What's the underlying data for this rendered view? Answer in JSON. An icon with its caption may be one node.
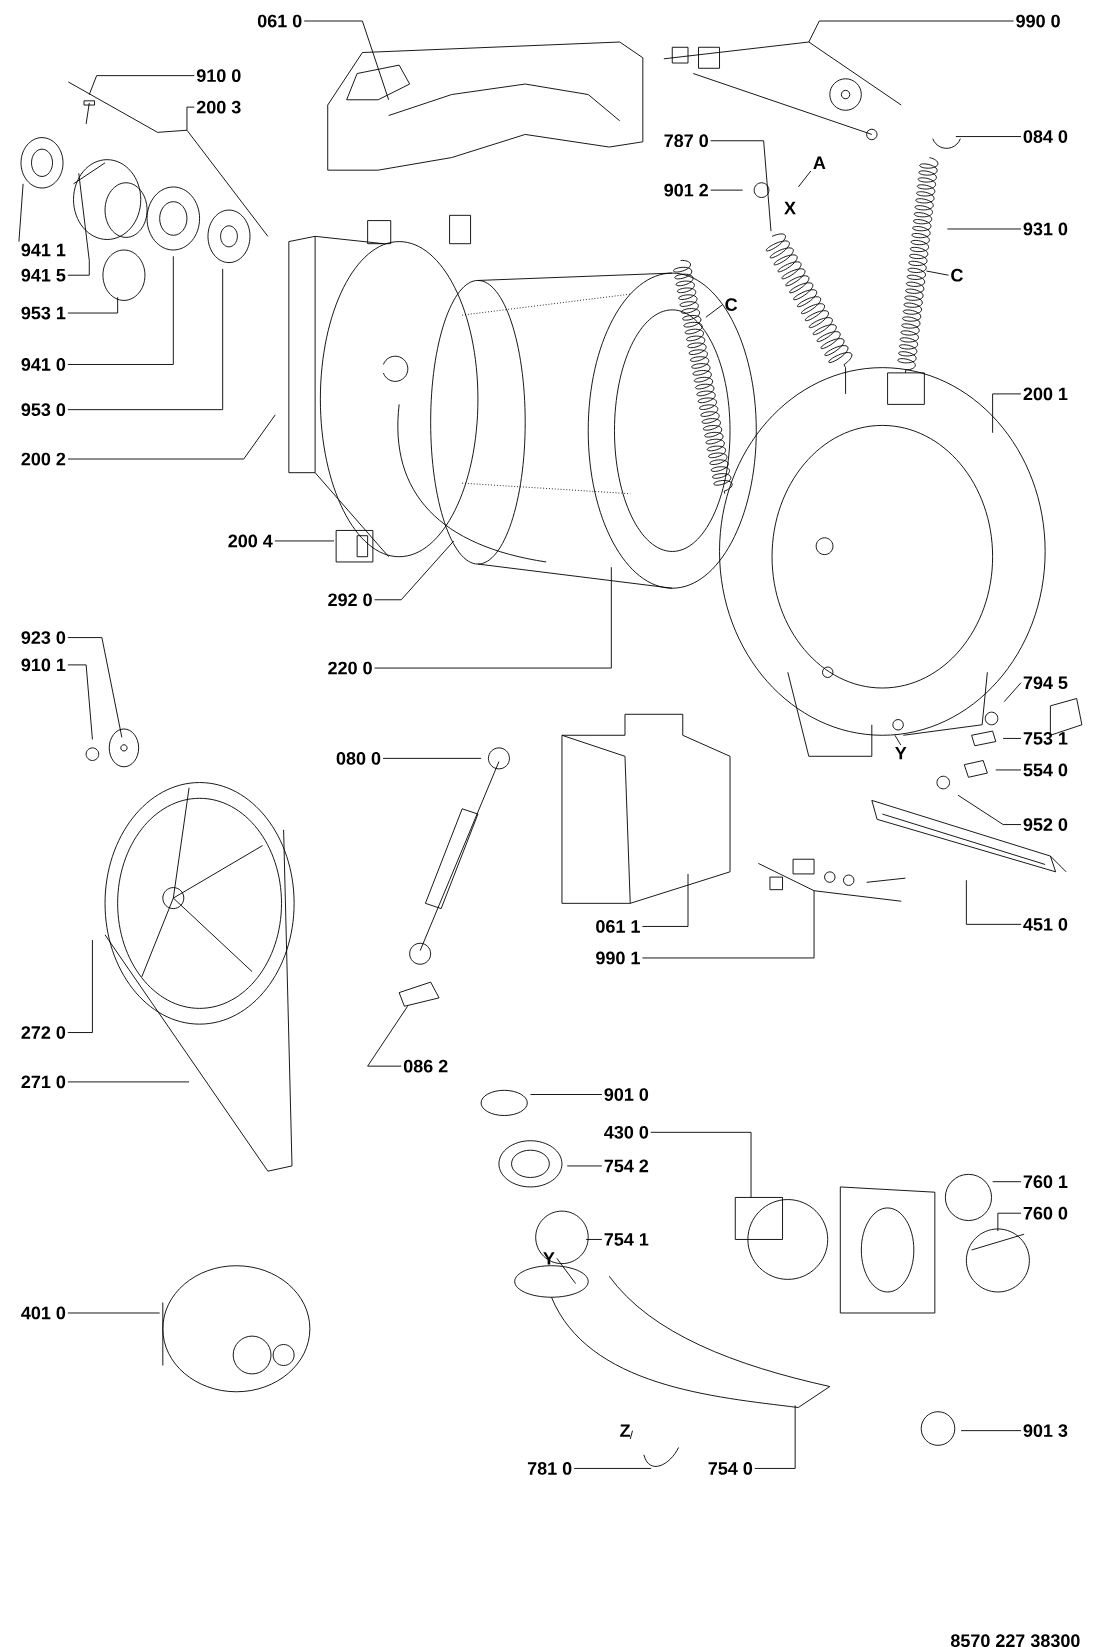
{
  "diagram": {
    "nodes": [
      {
        "text": [
          "061 0"
        ]
      },
      {
        "text": [
          "910 0"
        ]
      },
      {
        "text": [
          "200 3"
        ]
      },
      {
        "text": [
          "941 1"
        ]
      },
      {
        "text": [
          "941 5"
        ]
      },
      {
        "text": [
          "953 1"
        ]
      },
      {
        "text": [
          "941 0"
        ]
      },
      {
        "text": [
          "953 0"
        ]
      },
      {
        "text": [
          "200 2"
        ]
      },
      {
        "text": [
          "200 4"
        ]
      },
      {
        "text": [
          "292 0"
        ]
      },
      {
        "text": [
          "220 0"
        ]
      },
      {
        "text": [
          "923 0"
        ]
      },
      {
        "text": [
          "910 1"
        ]
      },
      {
        "text": [
          "272 0"
        ]
      },
      {
        "text": [
          "271 0"
        ]
      },
      {
        "text": [
          "401 0"
        ]
      },
      {
        "text": [
          "080 0"
        ]
      },
      {
        "text": [
          "086 2"
        ]
      },
      {
        "text": [
          "061 1"
        ]
      },
      {
        "text": [
          "990 1"
        ]
      },
      {
        "text": [
          "901 0"
        ]
      },
      {
        "text": [
          "430 0"
        ]
      },
      {
        "text": [
          "754 2"
        ]
      },
      {
        "text": [
          "754 1"
        ]
      },
      {
        "text": [
          "Y"
        ]
      },
      {
        "text": [
          "Z"
        ]
      },
      {
        "text": [
          "781 0"
        ]
      },
      {
        "text": [
          "754 0"
        ]
      },
      {
        "text": [
          "760 1"
        ]
      },
      {
        "text": [
          "760 0"
        ]
      },
      {
        "text": [
          "901 3"
        ]
      },
      {
        "text": [
          "990 0"
        ]
      },
      {
        "text": [
          "084 0"
        ]
      },
      {
        "text": [
          "787 0"
        ]
      },
      {
        "text": [
          "A"
        ]
      },
      {
        "text": [
          "901 2"
        ]
      },
      {
        "text": [
          "931 0"
        ]
      },
      {
        "text": [
          "C"
        ]
      },
      {
        "text": [
          "C"
        ]
      },
      {
        "text": [
          "200 1"
        ]
      },
      {
        "text": [
          "794 5"
        ]
      },
      {
        "text": [
          "753 1"
        ]
      },
      {
        "text": [
          "554 0"
        ]
      },
      {
        "text": [
          "952 0"
        ]
      },
      {
        "text": [
          "451 0"
        ]
      },
      {
        "text": [
          "Y"
        ]
      }
    ],
    "edges": [
      {
        "from": 0,
        "to": null,
        "arrow": "none"
      },
      {
        "from": 1,
        "to": null,
        "arrow": "none"
      },
      {
        "from": 2,
        "to": null,
        "arrow": "none"
      },
      {
        "from": 3,
        "to": null,
        "arrow": "none"
      },
      {
        "from": 4,
        "to": null,
        "arrow": "none"
      },
      {
        "from": 5,
        "to": null,
        "arrow": "none"
      },
      {
        "from": 6,
        "to": null,
        "arrow": "none"
      },
      {
        "from": 7,
        "to": null,
        "arrow": "none"
      },
      {
        "from": 8,
        "to": null,
        "arrow": "none"
      },
      {
        "from": 9,
        "to": null,
        "arrow": "none"
      },
      {
        "from": 10,
        "to": null,
        "arrow": "none"
      },
      {
        "from": 11,
        "to": null,
        "arrow": "none"
      },
      {
        "from": 12,
        "to": null,
        "arrow": "none"
      },
      {
        "from": 13,
        "to": null,
        "arrow": "none"
      },
      {
        "from": 14,
        "to": null,
        "arrow": "none"
      },
      {
        "from": 15,
        "to": null,
        "arrow": "none"
      },
      {
        "from": 16,
        "to": null,
        "arrow": "none"
      },
      {
        "from": 17,
        "to": null,
        "arrow": "none"
      },
      {
        "from": 18,
        "to": null,
        "arrow": "none"
      },
      {
        "from": 19,
        "to": null,
        "arrow": "none"
      },
      {
        "from": 20,
        "to": null,
        "arrow": "none"
      },
      {
        "from": 21,
        "to": null,
        "arrow": "none"
      },
      {
        "from": 22,
        "to": null,
        "arrow": "none"
      },
      {
        "from": 23,
        "to": null,
        "arrow": "none"
      },
      {
        "from": 24,
        "to": null,
        "arrow": "none"
      },
      {
        "from": 25,
        "to": null,
        "arrow": "none"
      },
      {
        "from": 26,
        "to": null,
        "arrow": "none"
      },
      {
        "from": 27,
        "to": null,
        "arrow": "none"
      },
      {
        "from": 28,
        "to": null,
        "arrow": "none"
      },
      {
        "from": 29,
        "to": null,
        "arrow": "none"
      },
      {
        "from": 30,
        "to": null,
        "arrow": "none"
      },
      {
        "from": 31,
        "to": null,
        "arrow": "none"
      },
      {
        "from": 32,
        "to": null,
        "arrow": "none"
      },
      {
        "from": 33,
        "to": null,
        "arrow": "none"
      },
      {
        "from": 34,
        "to": null,
        "arrow": "none"
      },
      {
        "from": 35,
        "to": null,
        "arrow": "none"
      },
      {
        "from": 36,
        "to": null,
        "arrow": "none"
      },
      {
        "from": 37,
        "to": null,
        "arrow": "none"
      },
      {
        "from": 38,
        "to": null,
        "arrow": "none"
      },
      {
        "from": 39,
        "to": null,
        "arrow": "none"
      },
      {
        "from": 40,
        "to": null,
        "arrow": "none"
      },
      {
        "from": 41,
        "to": null,
        "arrow": "none"
      },
      {
        "from": 42,
        "to": null,
        "arrow": "none"
      },
      {
        "from": 43,
        "to": null,
        "arrow": "none"
      },
      {
        "from": 44,
        "to": null,
        "arrow": "none"
      },
      {
        "from": 45,
        "to": null,
        "arrow": "none"
      },
      {
        "from": 46,
        "to": null,
        "arrow": "none"
      }
    ],
    "labels": [
      "X",
      "8570 227 38300"
    ]
  }
}
